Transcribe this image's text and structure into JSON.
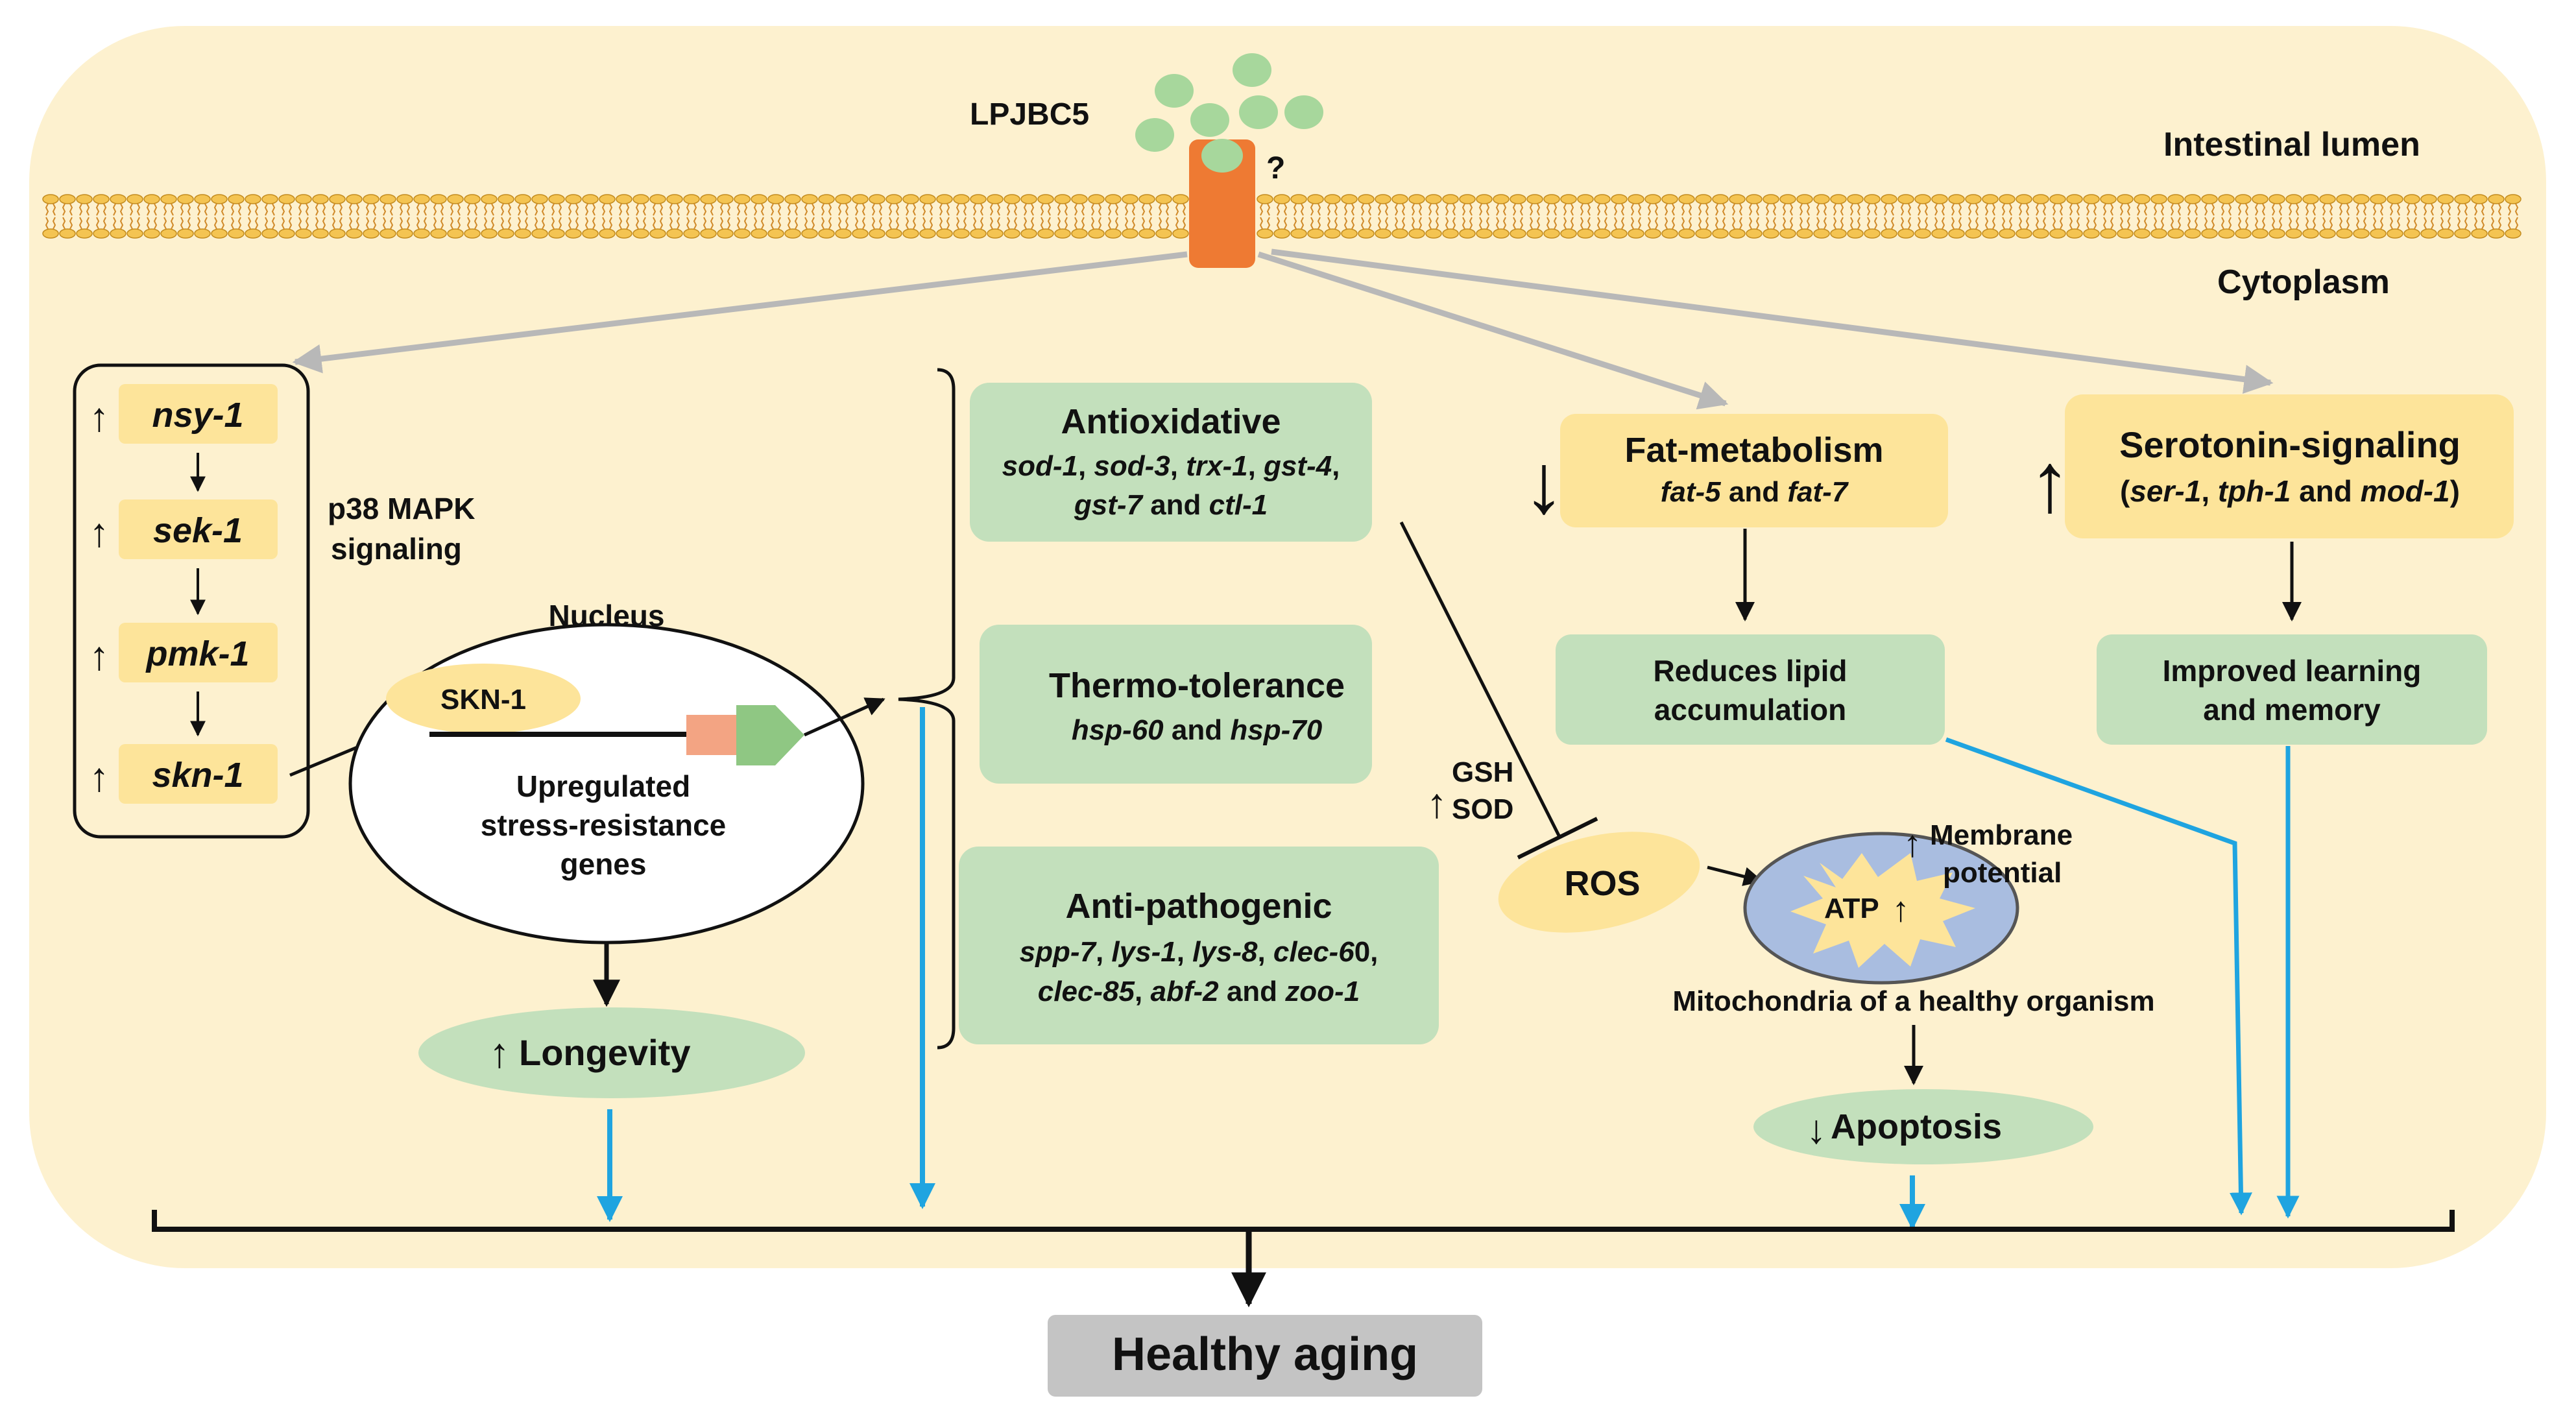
{
  "colors": {
    "background": "#fdf1cf",
    "green_box": "#c3e0bc",
    "yellow_box": "#fde49a",
    "bacteria": "#a7d79c",
    "receptor": "#ee7a33",
    "membrane": "#f4c452",
    "blue_arrow": "#1fa4e0",
    "gray_arrow": "#b8b8b8",
    "mitochondria": "#a9bde0",
    "healthy_aging_box": "#c4c4c4"
  },
  "icons": {
    "up": "up-arrow-icon",
    "down": "down-arrow-icon"
  },
  "labels": {
    "lpjbc5": "LPJBC5",
    "question": "?",
    "intestinal_lumen": "Intestinal lumen",
    "cytoplasm": "Cytoplasm",
    "p38_line1": "p38 MAPK",
    "p38_line2": "signaling",
    "nucleus": "Nucleus",
    "skn1_protein": "SKN-1",
    "upregulated_line1": "Upregulated",
    "upregulated_line2": "stress-resistance",
    "upregulated_line3": "genes",
    "longevity": "Longevity",
    "gsh": "GSH",
    "sod": "SOD",
    "ros": "ROS",
    "atp": "ATP",
    "membrane_potential_line1": "Membrane",
    "membrane_potential_line2": "potential",
    "mitochondria": "Mitochondria of a healthy organism",
    "apoptosis": "Apoptosis",
    "healthy_aging": "Healthy aging"
  },
  "p38_genes": [
    "nsy-1",
    "sek-1",
    "pmk-1",
    "skn-1"
  ],
  "antioxidative": {
    "title": "Antioxidative",
    "line1": [
      "sod-1",
      ", ",
      "sod-3",
      ", ",
      "trx-1",
      ", ",
      "gst-4",
      ","
    ],
    "line2": [
      "gst-7",
      " and ",
      "ctl-1"
    ]
  },
  "thermo": {
    "title": "Thermo-tolerance",
    "line1": [
      "hsp-60",
      " and ",
      "hsp-70"
    ]
  },
  "antipathogenic": {
    "title": "Anti-pathogenic",
    "line1": [
      "spp-7",
      ", ",
      "lys-1",
      ", ",
      "lys-8",
      ", ",
      "clec-6",
      "0,"
    ],
    "line2": [
      "clec-85",
      ", ",
      "abf-2",
      " and ",
      "zoo-1"
    ]
  },
  "fat": {
    "title": "Fat-metabolism",
    "line1": [
      "fat-5",
      " and ",
      "fat-7"
    ],
    "effect_line1": "Reduces lipid",
    "effect_line2": "accumulation"
  },
  "serotonin": {
    "title": "Serotonin-signaling",
    "line1": [
      "(",
      "ser-1",
      ", ",
      "tph-1",
      " and ",
      "mod-1",
      ")"
    ],
    "effect_line1": "Improved learning",
    "effect_line2": "and memory"
  }
}
